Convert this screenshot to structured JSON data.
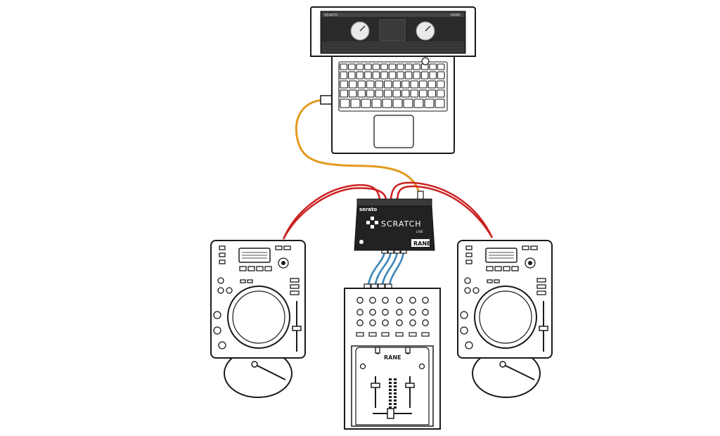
{
  "laptop": {
    "screen_left_title": "SERATO",
    "screen_right_brand": "RANE"
  },
  "interface": {
    "label_top_left": "serato",
    "product_name": "SCRATCH",
    "product_sub": "LIVE",
    "brand": "RANE"
  },
  "mixer": {
    "brand": "RANE"
  },
  "colors": {
    "usb_cable": "#e39a1e",
    "turntable_cable": "#cc2222",
    "mixer_cable": "#3b86b8",
    "ink": "#1a1a1a"
  }
}
